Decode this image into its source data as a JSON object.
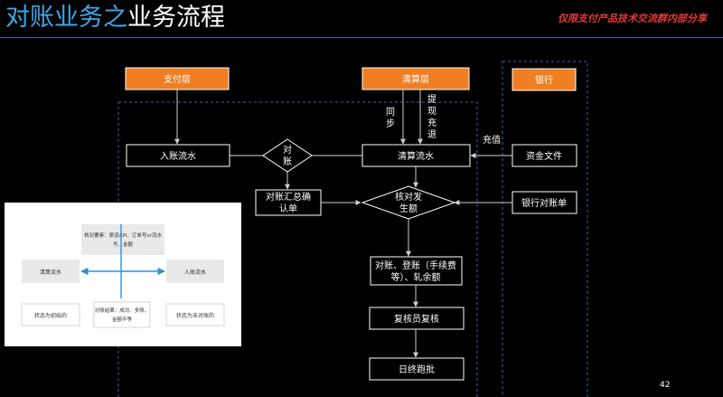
{
  "header": {
    "title_highlight": "对账业务之",
    "title_rest": "业务流程",
    "note": "仅限支付产品技术交流群内部分享"
  },
  "page_number": "42",
  "colors": {
    "accent": "#ef7f22",
    "title_blue": "#3ea6e8",
    "note_red": "#e53935",
    "dashed_border": "#3b5fa8"
  },
  "flow": {
    "lane_payment": "支付层",
    "lane_clearing": "清算层",
    "lane_bank": "银行",
    "node_entry_flow": "入账流水",
    "decision_reconcile": [
      "对",
      "账"
    ],
    "node_clearing_flow": "清算流水",
    "node_funds_file": "资金文件",
    "label_sync": [
      "同",
      "步"
    ],
    "label_withdraw": [
      "提",
      "现",
      "充",
      "退"
    ],
    "label_recharge": "充值",
    "node_summary": [
      "对账汇总确",
      "认单"
    ],
    "decision_amount": [
      "核对发",
      "生额"
    ],
    "node_bank_statement": "银行对账单",
    "node_adjust": [
      "对账、登账（手续费",
      "等）、轧余额"
    ],
    "node_review": "复核员复核",
    "node_eod": "日终跑批"
  },
  "inset": {
    "key_points": [
      "核对要素：渠道API、订单号or流水",
      "号、金额"
    ],
    "clearing_flow": "清算流水",
    "entry_flow": "入账流水",
    "status_initial": "状态为初始的",
    "result": [
      "对账结果：成功、多账、",
      "金额不等"
    ],
    "status_unreconciled": "状态为未对账的"
  }
}
